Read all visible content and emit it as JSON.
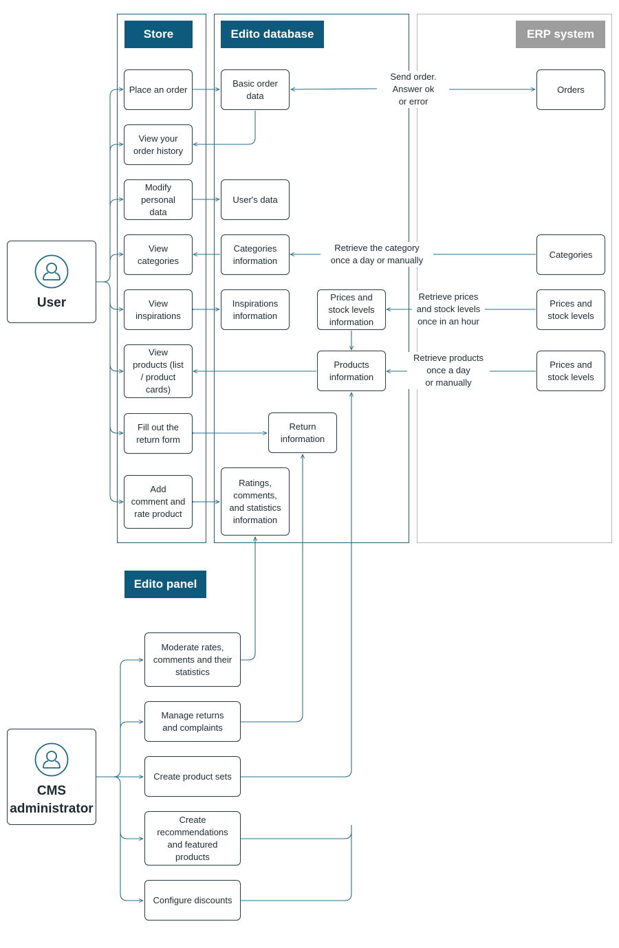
{
  "lanes": {
    "store": "Store",
    "edito_db": "Edito database",
    "erp": "ERP system",
    "edito_panel": "Edito panel"
  },
  "actors": {
    "user": "User",
    "cms_admin": "CMS\nadministrator",
    "icon": "user-icon"
  },
  "store_actions": {
    "place_order": "Place an order",
    "view_history": "View your\norder history",
    "modify_personal": "Modify\npersonal\ndata",
    "view_categories": "View\ncategories",
    "view_inspirations": "View\ninspirations",
    "view_products": "View\nproducts (list\n/ product\ncards)",
    "fill_return": "Fill out the\nreturn form",
    "add_comment": "Add\ncomment and\nrate product"
  },
  "database": {
    "basic_order": "Basic order\ndata",
    "users_data": "User's data",
    "categories_info": "Categories\ninformation",
    "inspirations_info": "Inspirations\ninformation",
    "prices_stock_info": "Prices and\nstock levels\ninformation",
    "products_info": "Products\ninformation",
    "return_info": "Return\ninformation",
    "ratings_info": "Ratings,\ncomments,\nand statistics\ninformation"
  },
  "erp": {
    "orders": "Orders",
    "categories": "Categories",
    "prices_stock_1": "Prices and\nstock levels",
    "prices_stock_2": "Prices and\nstock levels"
  },
  "flow_labels": {
    "send_order": "Send order.\nAnswer ok\nor error",
    "retrieve_category": "Retrieve the category\nonce a day or manually",
    "retrieve_prices": "Retrieve prices\nand stock levels\nonce in an hour",
    "retrieve_products": "Retrieve products\nonce a day\nor manually"
  },
  "panel_actions": {
    "moderate": "Moderate rates,\ncomments and their\nstatistics",
    "manage_returns": "Manage returns\nand complaints",
    "create_sets": "Create product sets",
    "create_recommendations": "Create\nrecommendations\nand featured\nproducts",
    "configure_discounts": "Configure discounts"
  },
  "colors": {
    "accent": "#0d5a7d",
    "erp_header": "#9d9d9d",
    "wire": "#2a6f8c",
    "lane_border": "#1f5f7a",
    "erp_border": "#b7b7b7"
  }
}
